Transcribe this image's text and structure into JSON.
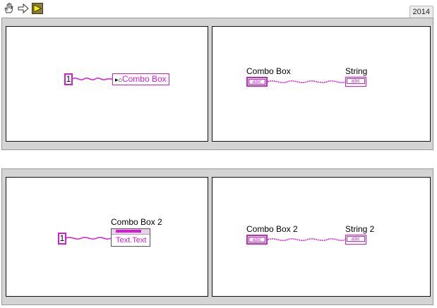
{
  "toolbar": {
    "icons": [
      "hand-icon",
      "arrow-icon",
      "run-icon"
    ]
  },
  "version": "2014",
  "colors": {
    "wire": "#d11ed1",
    "frame_bg": "#d4d4d4"
  },
  "sequence1": {
    "frame1": {
      "constant": "1",
      "property_node": "Combo Box"
    },
    "frame2": {
      "control_label": "Combo Box",
      "indicator_label": "String",
      "terminal_glyph": "abc"
    }
  },
  "sequence2": {
    "frame1": {
      "constant": "1",
      "node_label": "Combo Box 2",
      "property": "Text.Text"
    },
    "frame2": {
      "control_label": "Combo Box 2",
      "indicator_label": "String 2",
      "terminal_glyph": "abc"
    }
  }
}
